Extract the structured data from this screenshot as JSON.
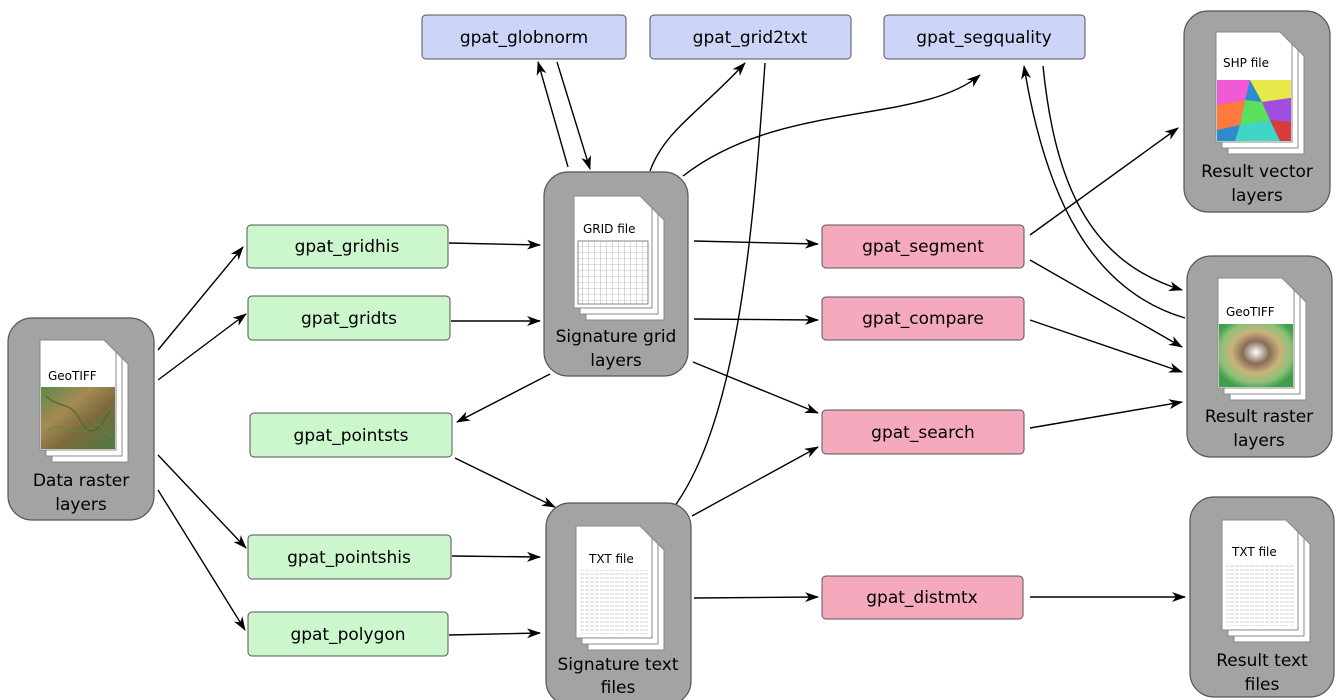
{
  "colors": {
    "tool_blue": "#ccd5f7",
    "tool_green": "#ccf6cc",
    "tool_pink": "#f5a9bd",
    "group_gray": "#a3a3a3",
    "stroke": "#555555"
  },
  "groups": {
    "data_raster": {
      "label_lines": [
        "Data raster",
        "layers"
      ],
      "doc_label": "GeoTIFF",
      "doc_kind": "terrain-image"
    },
    "signature_grid": {
      "label_lines": [
        "Signature grid",
        "layers"
      ],
      "doc_label": "GRID file",
      "doc_kind": "grid"
    },
    "signature_text": {
      "label_lines": [
        "Signature text",
        "files"
      ],
      "doc_label": "TXT file",
      "doc_kind": "text"
    },
    "result_vector": {
      "label_lines": [
        "Result vector",
        "layers"
      ],
      "doc_label": "SHP file",
      "doc_kind": "vector-map"
    },
    "result_raster": {
      "label_lines": [
        "Result raster",
        "layers"
      ],
      "doc_label": "GeoTIFF",
      "doc_kind": "elevation-image"
    },
    "result_text": {
      "label_lines": [
        "Result text",
        "files"
      ],
      "doc_label": "TXT file",
      "doc_kind": "text"
    }
  },
  "tools": {
    "globnorm": "gpat_globnorm",
    "grid2txt": "gpat_grid2txt",
    "segquality": "gpat_segquality",
    "gridhis": "gpat_gridhis",
    "gridts": "gpat_gridts",
    "pointsts": "gpat_pointsts",
    "pointshis": "gpat_pointshis",
    "polygon": "gpat_polygon",
    "segment": "gpat_segment",
    "compare": "gpat_compare",
    "search": "gpat_search",
    "distmtx": "gpat_distmtx"
  }
}
